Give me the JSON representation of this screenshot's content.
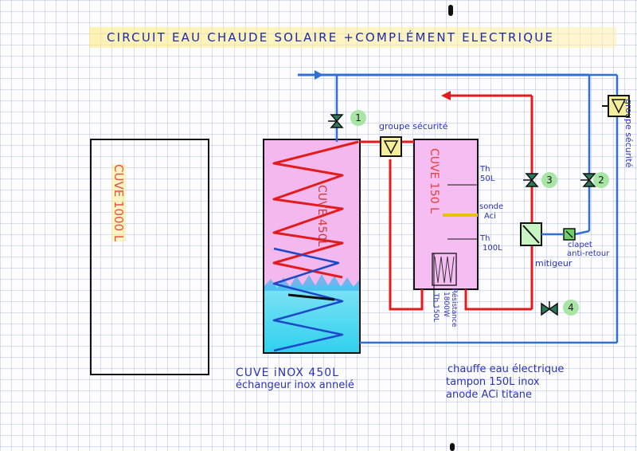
{
  "title": "CIRCUIT EAU CHAUDE  SOLAIRE +COMPLÉMENT ELECTRIQUE",
  "tanks": {
    "cuve_1000": {
      "label": "CUVE 1000 L"
    },
    "cuve_450": {
      "label": "CUVE 450L"
    },
    "cuve_150": {
      "label": "CUVE 150 L"
    }
  },
  "captions": {
    "inox_450": {
      "line1": "CUVE iNOX 450L",
      "line2": "échangeur inox annelé"
    },
    "electric_150": {
      "line1": "chauffe eau électrique",
      "line2": "tampon 150L inox",
      "line3": "anode ACi titane"
    }
  },
  "components": {
    "groupe_securite_top": "groupe sécurité",
    "groupe_securite_right": "groupe sécurité",
    "clapet": {
      "line1": "clapet",
      "line2": "anti-retour"
    },
    "mitigeur": "mitigeur",
    "th_50": {
      "line1": "Th",
      "line2": "50L"
    },
    "sonde": {
      "line1": "sonde",
      "line2": "Aci"
    },
    "th_100": {
      "line1": "Th",
      "line2": "100L"
    },
    "resistance": {
      "line1": "Résistance",
      "line2": "1800W"
    },
    "th_150": "Th 150L"
  },
  "valve_numbers": [
    "1",
    "2",
    "3",
    "4"
  ],
  "colors": {
    "hot_pipe": "#e21c1c",
    "cold_pipe": "#2f6fd6",
    "ink": "#2a34b0",
    "pink_fill": "#f4b8ec",
    "cyan_fill": "#3fd6f0",
    "valve_green": "#a9e6a5",
    "title_highlight": "#ffe97a"
  }
}
